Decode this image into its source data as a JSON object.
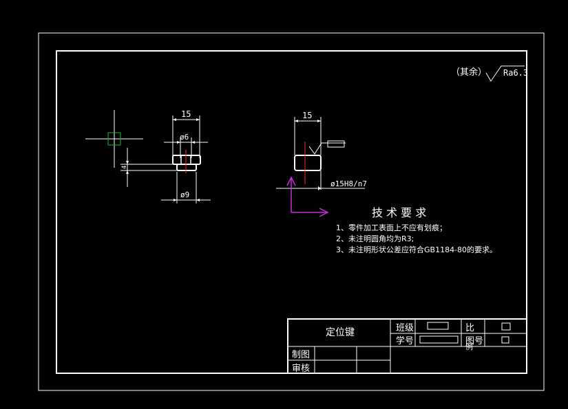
{
  "colors": {
    "background": "#000000",
    "line": "#ffffff",
    "center_line": "#ff2a2a",
    "axis": "#c531d8",
    "ucs_icon": "#2fae3a"
  },
  "roughness": {
    "note": "（其余）",
    "value": "Ra6.3"
  },
  "left_view": {
    "dim_top": "15",
    "dim_inner_dia": "ø6",
    "dim_outer_dia": "ø9",
    "dim_side": "4"
  },
  "right_view": {
    "dim_top": "15",
    "fit_label": "ø15H8/n7"
  },
  "tech_requirements": {
    "title": "技 术 要 求",
    "items": [
      "1、零件加工表面上不应有划痕；",
      "2、未注明圆角均为R3;",
      "3、未注明形状公差应符合GB1184-80的要求。"
    ]
  },
  "title_block": {
    "part_name": "定位键",
    "class_label": "班级",
    "student_no_label": "学号",
    "scale_label": "比",
    "scale_label_2": "例",
    "drawing_no_label": "图号",
    "drawn_by_label": "制图",
    "checked_by_label": "审核"
  }
}
